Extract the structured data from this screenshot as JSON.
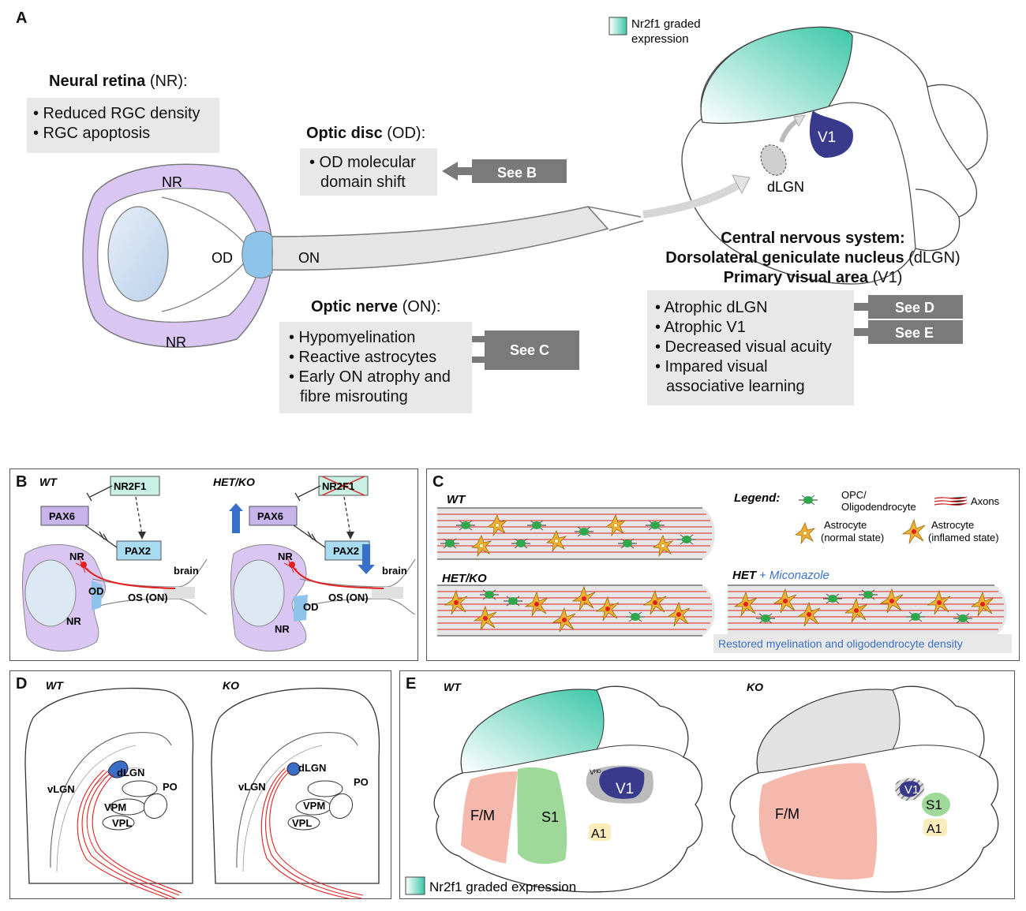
{
  "panel_a": {
    "label": "A",
    "legend": {
      "line1": "Nr2f1 graded",
      "line2": "expression"
    },
    "nr": {
      "title_bold": "Neural retina",
      "title_rest": " (NR):",
      "bullets": [
        "• Reduced RGC density",
        "• RGC apoptosis"
      ]
    },
    "od": {
      "title_bold": "Optic disc",
      "title_rest": " (OD):",
      "bullets": [
        "• OD molecular",
        "domain shift"
      ],
      "see": "See B"
    },
    "on": {
      "title_bold": "Optic nerve",
      "title_rest": " (ON):",
      "bullets": [
        "• Hypomyelination",
        "• Reactive astrocytes",
        "• Early ON atrophy and",
        "fibre misrouting"
      ],
      "see": "See C"
    },
    "cns": {
      "line1": "Central nervous system:",
      "line2_bold": "Dorsolateral geniculate nucleus",
      "line2_rest": " (dLGN)",
      "line3_bold": "Primary visual area",
      "line3_rest": " (V1)",
      "bullets": [
        "• Atrophic dLGN",
        "• Atrophic V1",
        "• Decreased visual acuity",
        "• Impared visual",
        "associative learning"
      ],
      "see_d": "See D",
      "see_e": "See E"
    },
    "eye_labels": {
      "nr_top": "NR",
      "nr_bottom": "NR",
      "od": "OD",
      "on": "ON"
    },
    "brain_labels": {
      "v1": "V1",
      "dlgn": "dLGN"
    }
  },
  "panel_b": {
    "label": "B",
    "wt": "WT",
    "het": "HET/KO",
    "nr2f1": "NR2F1",
    "pax6": "PAX6",
    "pax2": "PAX2",
    "nr": "NR",
    "od": "OD",
    "os": "OS (ON)",
    "brain": "brain"
  },
  "panel_c": {
    "label": "C",
    "wt": "WT",
    "het": "HET/KO",
    "het_plus": "HET",
    "miconazole": "+ Miconazole",
    "legend_title": "Legend:",
    "opc1": "OPC/",
    "opc2": "Oligodendrocyte",
    "axons": "Axons",
    "astro_normal1": "Astrocyte",
    "astro_normal2": "(normal state)",
    "astro_inflamed1": "Astrocyte",
    "astro_inflamed2": "(inflamed state)",
    "restored": "Restored myelination and oligodendrocyte density"
  },
  "panel_d": {
    "label": "D",
    "wt": "WT",
    "ko": "KO",
    "dlgn": "dLGN",
    "vlgn": "vLGN",
    "vpm": "VPM",
    "vpl": "VPL",
    "po": "PO"
  },
  "panel_e": {
    "label": "E",
    "wt": "WT",
    "ko": "KO",
    "fm": "F/M",
    "s1": "S1",
    "a1": "A1",
    "v1": "V1",
    "vho": "Vᴴᴼ",
    "legend": "Nr2f1 graded expression"
  },
  "colors": {
    "teal": "#3cc7a8",
    "purple_layer": "#d9c6f2",
    "lens": "#cfe0f2",
    "od_blue": "#8ec4ea",
    "v1_navy": "#3a3a8c",
    "gray_box": "#e8e8e8",
    "see_arrow": "#7a7a7a",
    "axon_red": "#e02020",
    "fm_salmon": "#f5b8ad",
    "s1_green": "#9ed99a",
    "a1_yellow": "#fbecbb"
  }
}
